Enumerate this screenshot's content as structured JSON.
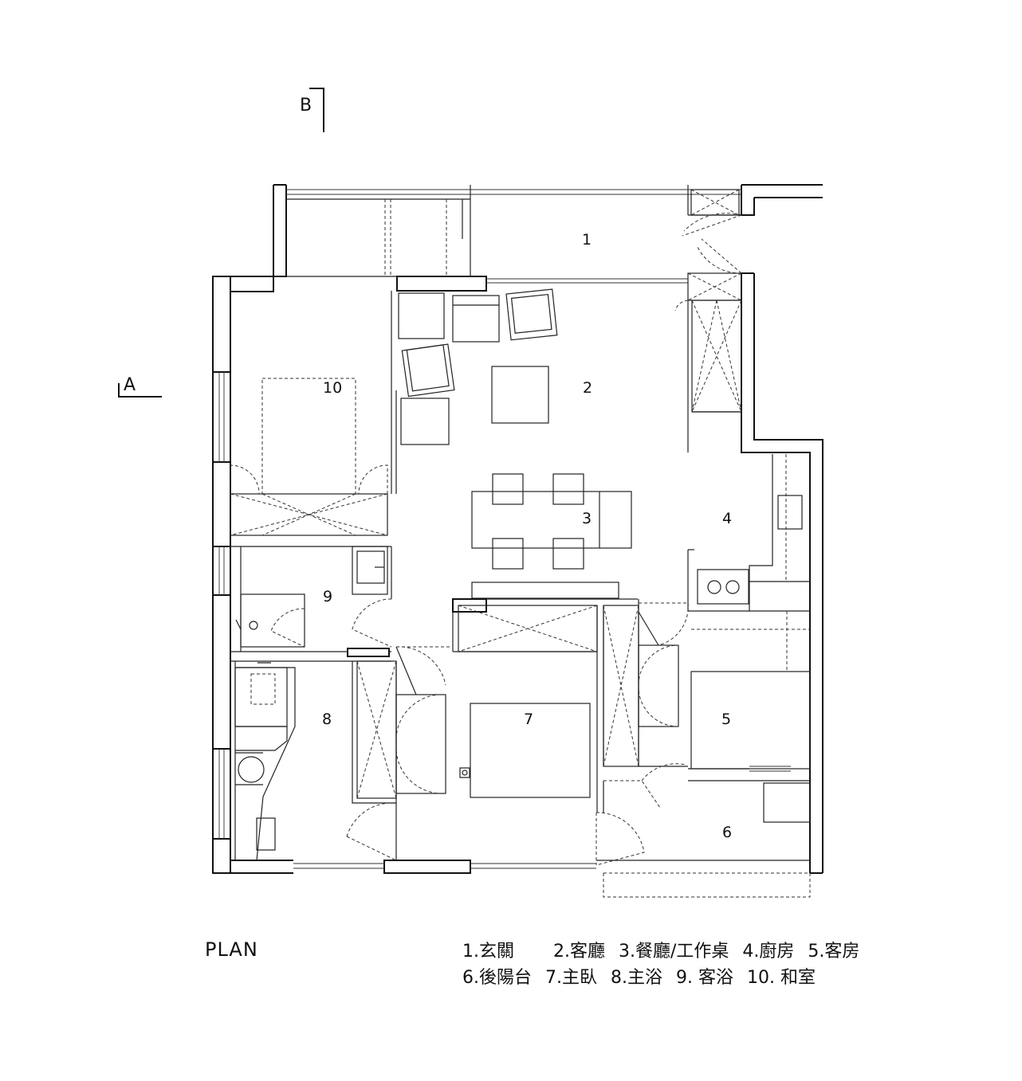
{
  "section_marks": {
    "a": "A",
    "b": "B"
  },
  "rooms": [
    {
      "id": "1",
      "label": "1"
    },
    {
      "id": "2",
      "label": "2"
    },
    {
      "id": "3",
      "label": "3"
    },
    {
      "id": "4",
      "label": "4"
    },
    {
      "id": "5",
      "label": "5"
    },
    {
      "id": "6",
      "label": "6"
    },
    {
      "id": "7",
      "label": "7"
    },
    {
      "id": "8",
      "label": "8"
    },
    {
      "id": "9",
      "label": "9"
    },
    {
      "id": "10",
      "label": "10"
    }
  ],
  "plan_title": "PLAN",
  "legend": {
    "row1": [
      "1.玄關",
      "2.客廳",
      "3.餐廳/工作桌",
      "4.廚房",
      "5.客房"
    ],
    "row2": [
      "6.後陽台",
      "7.主臥",
      "8.主浴",
      "9. 客浴",
      "10. 和室"
    ]
  }
}
